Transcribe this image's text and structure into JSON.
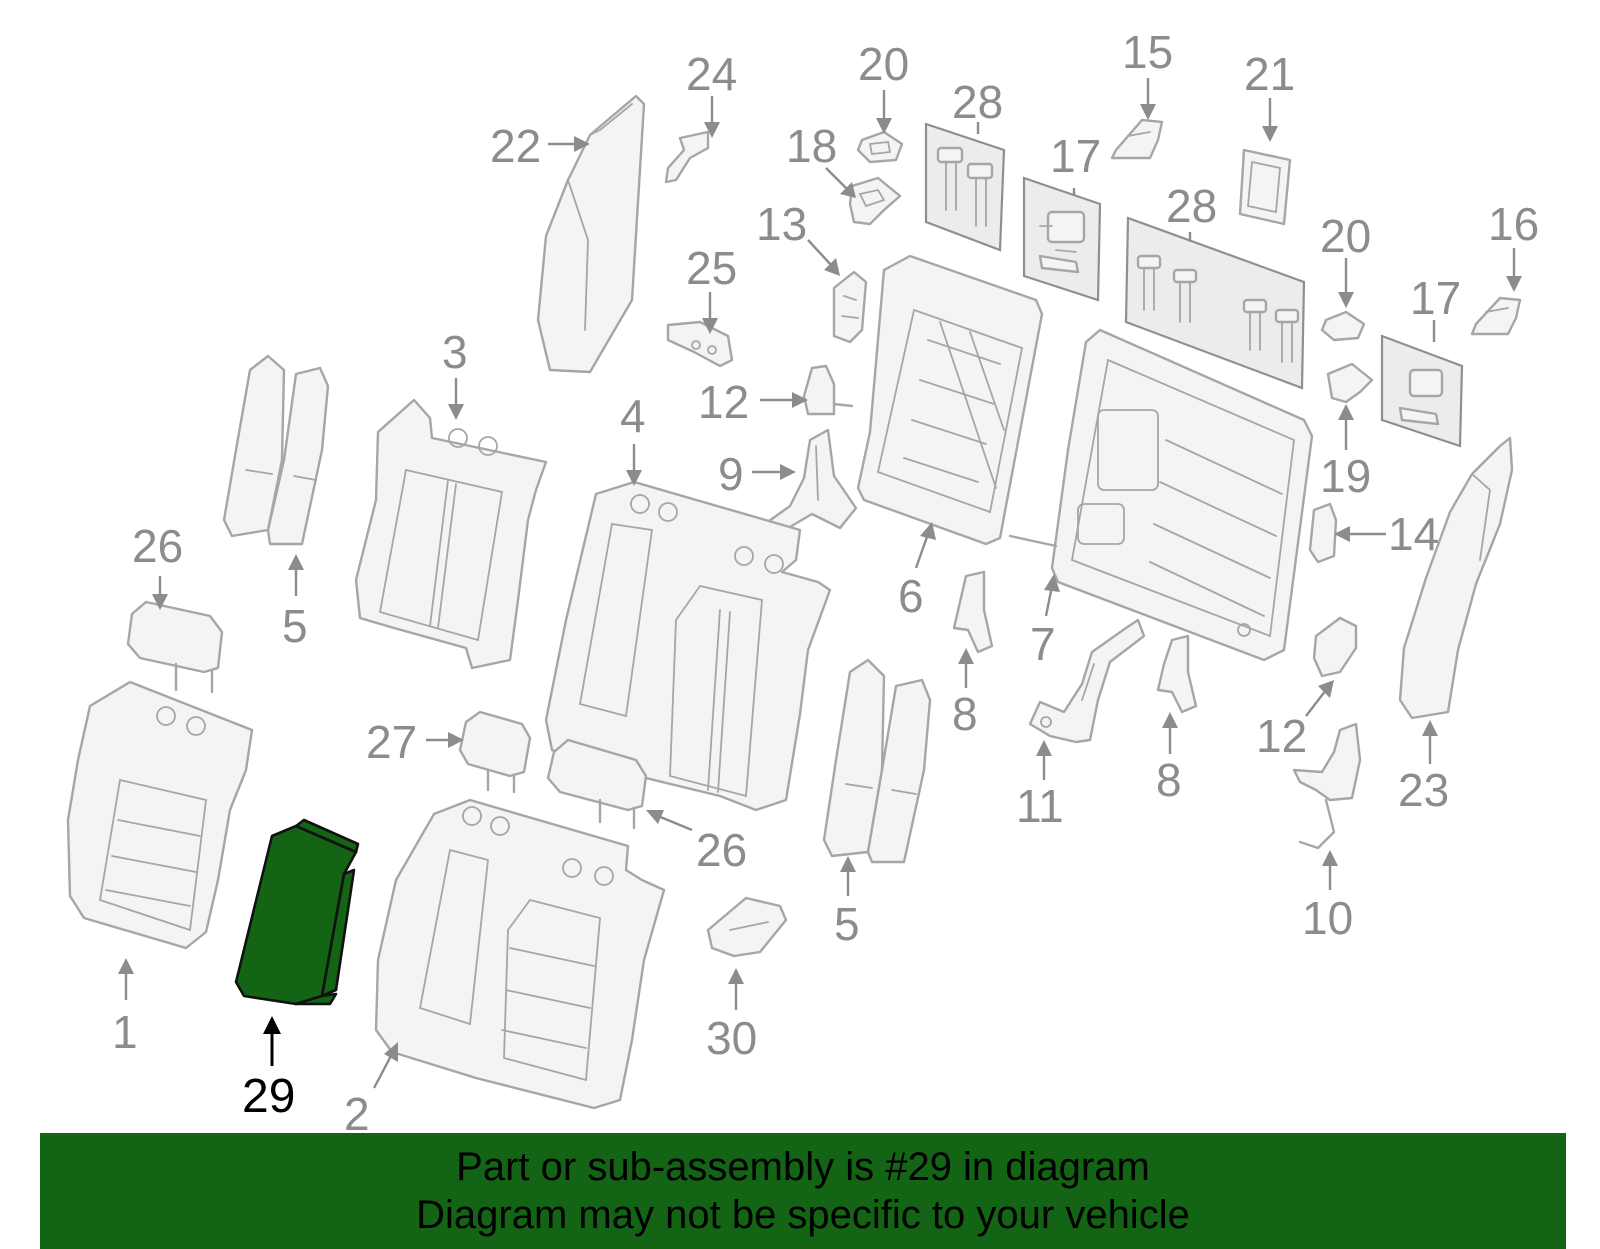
{
  "banner": {
    "line1": "Part or sub-assembly is #29 in diagram",
    "line2": "Diagram may not be specific to your vehicle"
  },
  "highlighted_part": "29",
  "colors": {
    "highlight": "#136414",
    "banner_background": "#136414",
    "part_outline": "#a6a6a6",
    "callout_text": "#8c8c8c"
  },
  "callouts": {
    "c1": "1",
    "c2": "2",
    "c3": "3",
    "c4": "4",
    "c5a": "5",
    "c5b": "5",
    "c6": "6",
    "c7": "7",
    "c8a": "8",
    "c8b": "8",
    "c9": "9",
    "c10": "10",
    "c11": "11",
    "c12a": "12",
    "c12b": "12",
    "c13": "13",
    "c14": "14",
    "c15": "15",
    "c16": "16",
    "c17a": "17",
    "c17b": "17",
    "c18": "18",
    "c19": "19",
    "c20a": "20",
    "c20b": "20",
    "c21": "21",
    "c22": "22",
    "c23": "23",
    "c24": "24",
    "c25": "25",
    "c26a": "26",
    "c26b": "26",
    "c27": "27",
    "c28a": "28",
    "c28b": "28",
    "c29": "29",
    "c30": "30"
  }
}
